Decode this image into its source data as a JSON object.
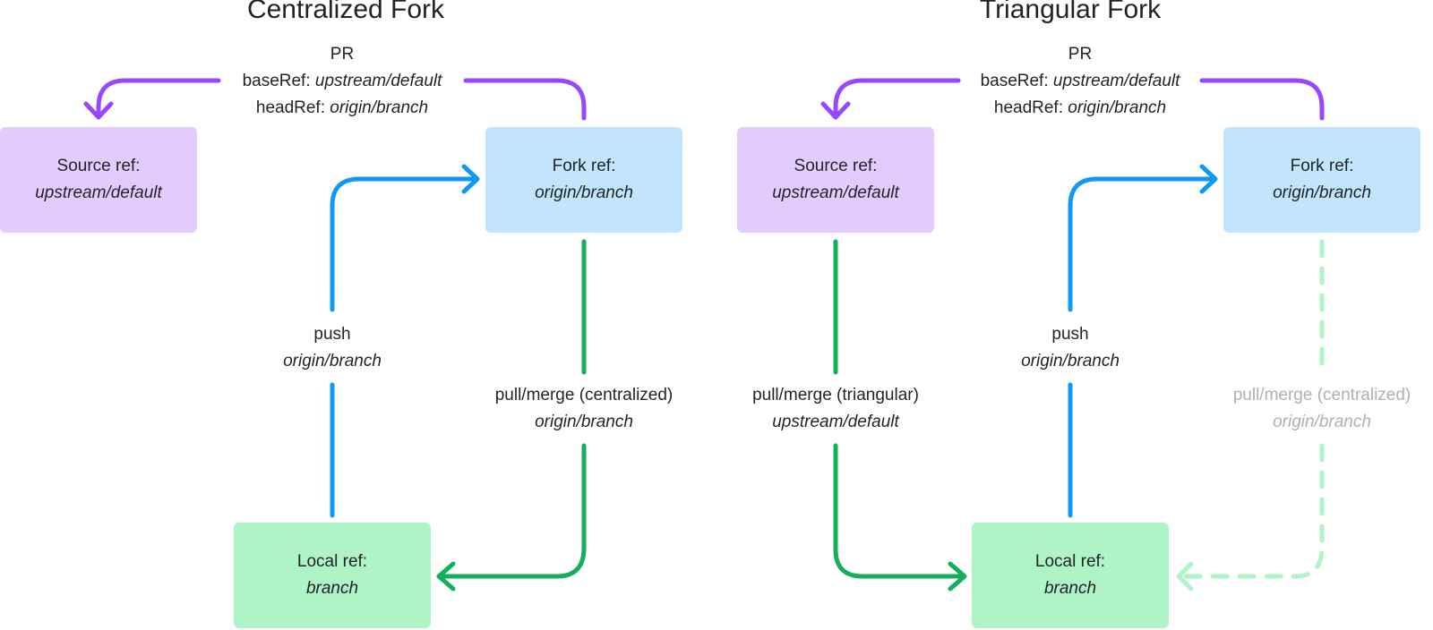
{
  "diagrams": [
    {
      "title": "Centralized Fork",
      "pr": {
        "heading": "PR",
        "base_prefix": "baseRef: ",
        "base_value": "upstream/default",
        "head_prefix": "headRef: ",
        "head_value": "origin/branch"
      },
      "source": {
        "label": "Source ref:",
        "value": "upstream/default"
      },
      "fork": {
        "label": "Fork ref:",
        "value": "origin/branch"
      },
      "local": {
        "label": "Local ref:",
        "value": "branch"
      },
      "push": {
        "label": "push",
        "value": "origin/branch"
      },
      "pull": {
        "label": "pull/merge (centralized)",
        "value": "origin/branch"
      }
    },
    {
      "title": "Triangular Fork",
      "pr": {
        "heading": "PR",
        "base_prefix": "baseRef: ",
        "base_value": "upstream/default",
        "head_prefix": "headRef: ",
        "head_value": "origin/branch"
      },
      "source": {
        "label": "Source ref:",
        "value": "upstream/default"
      },
      "fork": {
        "label": "Fork ref:",
        "value": "origin/branch"
      },
      "local": {
        "label": "Local ref:",
        "value": "branch"
      },
      "push": {
        "label": "push",
        "value": "origin/branch"
      },
      "pull": {
        "label": "pull/merge (triangular)",
        "value": "upstream/default"
      },
      "pull_alt": {
        "label": "pull/merge (centralized)",
        "value": "origin/branch"
      }
    }
  ],
  "colors": {
    "pr_arrow": "#9747ff",
    "push_arrow": "#1098f7",
    "pull_arrow": "#14ae5c",
    "pull_alt_arrow": "#aff4c6",
    "source_box": "#e3ccfd",
    "fork_box": "#c2e4fd",
    "local_box": "#aff4c6",
    "faded_text": "#b0b0b0"
  }
}
